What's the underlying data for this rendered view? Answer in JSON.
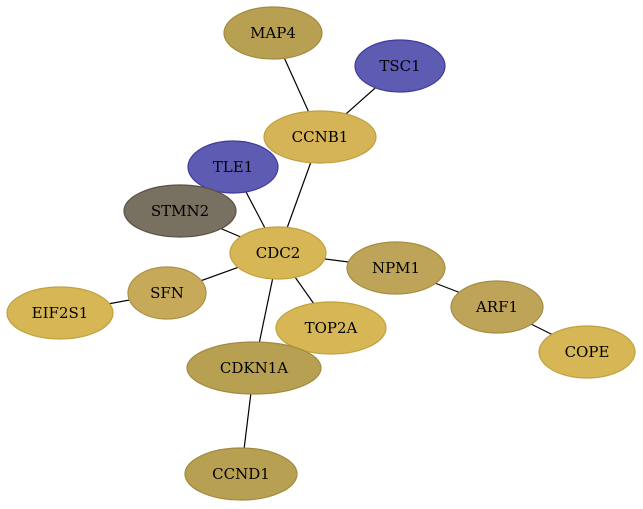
{
  "colors": {
    "background": "#ffffff",
    "edge": "#000000",
    "label": "#000000"
  },
  "nodes": [
    {
      "id": "MAP4",
      "label": "MAP4",
      "fill": "#b8a052",
      "stroke": "#a08a3e"
    },
    {
      "id": "TSC1",
      "label": "TSC1",
      "fill": "#5d5bb2",
      "stroke": "#3e3c98"
    },
    {
      "id": "CCNB1",
      "label": "CCNB1",
      "fill": "#d4b456",
      "stroke": "#bf9f3e"
    },
    {
      "id": "TLE1",
      "label": "TLE1",
      "fill": "#5d5bb2",
      "stroke": "#3e3c98"
    },
    {
      "id": "STMN2",
      "label": "STMN2",
      "fill": "#787060",
      "stroke": "#585244"
    },
    {
      "id": "CDC2",
      "label": "CDC2",
      "fill": "#d6b655",
      "stroke": "#c1a03d"
    },
    {
      "id": "NPM1",
      "label": "NPM1",
      "fill": "#bda458",
      "stroke": "#a48c40"
    },
    {
      "id": "SFN",
      "label": "SFN",
      "fill": "#c6aa5a",
      "stroke": "#ad9242"
    },
    {
      "id": "EIF2S1",
      "label": "EIF2S1",
      "fill": "#d6b655",
      "stroke": "#c1a03d"
    },
    {
      "id": "ARF1",
      "label": "ARF1",
      "fill": "#bda458",
      "stroke": "#a48c40"
    },
    {
      "id": "TOP2A",
      "label": "TOP2A",
      "fill": "#d6b655",
      "stroke": "#c1a03d"
    },
    {
      "id": "CDKN1A",
      "label": "CDKN1A",
      "fill": "#b8a052",
      "stroke": "#a08a3e"
    },
    {
      "id": "COPE",
      "label": "COPE",
      "fill": "#d6b655",
      "stroke": "#c1a03d"
    },
    {
      "id": "CCND1",
      "label": "CCND1",
      "fill": "#b8a052",
      "stroke": "#a08a3e"
    }
  ],
  "edges": [
    [
      "MAP4",
      "CCNB1"
    ],
    [
      "TSC1",
      "CCNB1"
    ],
    [
      "CCNB1",
      "CDC2"
    ],
    [
      "TLE1",
      "CDC2"
    ],
    [
      "STMN2",
      "CDC2"
    ],
    [
      "CDC2",
      "NPM1"
    ],
    [
      "CDC2",
      "SFN"
    ],
    [
      "CDC2",
      "TOP2A"
    ],
    [
      "CDC2",
      "CDKN1A"
    ],
    [
      "SFN",
      "EIF2S1"
    ],
    [
      "NPM1",
      "ARF1"
    ],
    [
      "ARF1",
      "COPE"
    ],
    [
      "CDKN1A",
      "CCND1"
    ]
  ]
}
